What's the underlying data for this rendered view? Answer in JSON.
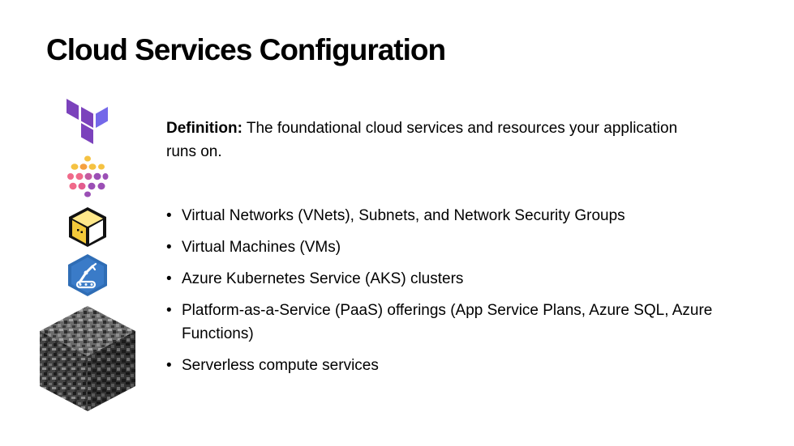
{
  "slide": {
    "title": "Cloud Services Configuration",
    "definition_label": "Definition:",
    "definition_text": " The foundational cloud services and resources your application runs on.",
    "bullets": [
      "Virtual Networks (VNets), Subnets, and Network Security Groups",
      "Virtual Machines (VMs)",
      "Azure Kubernetes Service (AKS) clusters",
      "Platform-as-a-Service (PaaS) offerings (App Service Plans, Azure SQL, Azure Functions)",
      "Serverless compute services"
    ]
  },
  "icons": [
    {
      "name": "terraform-logo-icon",
      "color": "#7B42BC"
    },
    {
      "name": "dots-cluster-logo-icon",
      "colors": [
        "#F5C242",
        "#F06A8A",
        "#9B4FB5"
      ]
    },
    {
      "name": "yellow-cube-logo-icon",
      "color": "#F3C93A"
    },
    {
      "name": "blue-hexagon-robot-arm-logo-icon",
      "color": "#2F6DB5"
    },
    {
      "name": "bedrock-block-icon",
      "color": "#4A4A4A"
    }
  ]
}
